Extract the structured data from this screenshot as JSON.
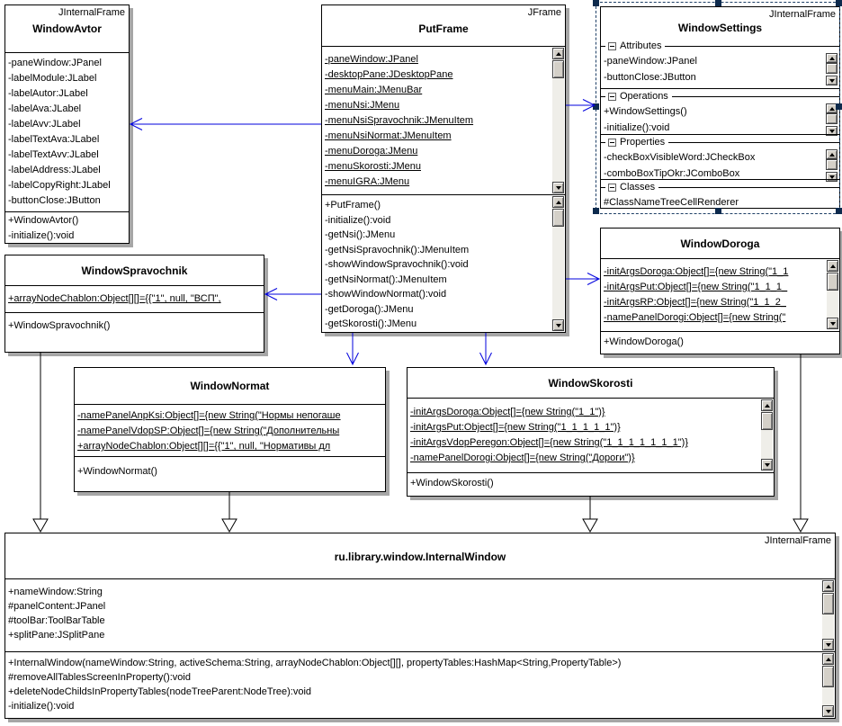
{
  "classes": {
    "windowAvtor": {
      "stereotype": "JInternalFrame",
      "name": "WindowAvtor",
      "attributes": [
        "-paneWindow:JPanel",
        "-labelModule:JLabel",
        "-labelAutor:JLabel",
        "-labelAva:JLabel",
        "-labelAvv:JLabel",
        "-labelTextAva:JLabel",
        "-labelTextAvv:JLabel",
        "-labelAddress:JLabel",
        "-labelCopyRight:JLabel",
        "-buttonClose:JButton"
      ],
      "operations": [
        "+WindowAvtor()",
        "-initialize():void"
      ]
    },
    "putFrame": {
      "stereotype": "JFrame",
      "name": "PutFrame",
      "attributes": [
        "-paneWindow:JPanel",
        "-desktopPane:JDesktopPane",
        "-menuMain:JMenuBar",
        "-menuNsi:JMenu",
        "-menuNsiSpravochnik:JMenuItem",
        "-menuNsiNormat:JMenuItem",
        "-menuDoroga:JMenu",
        "-menuSkorosti:JMenu",
        "-menuIGRA:JMenu"
      ],
      "operations": [
        "+PutFrame()",
        "-initialize():void",
        "-getNsi():JMenu",
        "-getNsiSpravochnik():JMenuItem",
        "-showWindowSpravochnik():void",
        "-getNsiNormat():JMenuItem",
        "-showWindowNormat():void",
        "-getDoroga():JMenu",
        "-getSkorosti():JMenu"
      ]
    },
    "windowSettings": {
      "stereotype": "JInternalFrame",
      "name": "WindowSettings",
      "sections": [
        {
          "label": "Attributes",
          "items": [
            "-paneWindow:JPanel",
            "-buttonClose:JButton"
          ]
        },
        {
          "label": "Operations",
          "items": [
            "+WindowSettings()",
            "-initialize():void"
          ]
        },
        {
          "label": "Properties",
          "items": [
            "-checkBoxVisibleWord:JCheckBox",
            "-comboBoxTipOkr:JComboBox"
          ]
        },
        {
          "label": "Classes",
          "items": [
            "#ClassNameTreeCellRenderer"
          ]
        }
      ]
    },
    "windowSpravochnik": {
      "name": "WindowSpravochnik",
      "attributes": [
        "+arrayNodeChablon:Object[][]={{\"1\", null, \"ВСП\","
      ],
      "operations": [
        "+WindowSpravochnik()"
      ]
    },
    "windowDoroga": {
      "name": "WindowDoroga",
      "attributes": [
        "-initArgsDoroga:Object[]={new String(\"1_1",
        "-initArgsPut:Object[]={new String(\"1_1_1_",
        "-initArgsRP:Object[]={new String(\"1_1_2_",
        "-namePanelDorogi:Object[]={new String(\""
      ],
      "operations": [
        "+WindowDoroga()"
      ]
    },
    "windowNormat": {
      "name": "WindowNormat",
      "attributes": [
        "-namePanelAnpKsi:Object[]={new String(\"Нормы непогаше",
        "-namePanelVdopSP:Object[]={new String(\"Дополнительны",
        "+arrayNodeChablon:Object[][]={{\"1\", null, \"Нормативы дл"
      ],
      "operations": [
        "+WindowNormat()"
      ]
    },
    "windowSkorosti": {
      "name": "WindowSkorosti",
      "attributes": [
        "-initArgsDoroga:Object[]={new String(\"1_1\")}",
        "-initArgsPut:Object[]={new String(\"1_1_1_1_1\")}",
        "-initArgsVdopPeregon:Object[]={new String(\"1_1_1_1_1_1_1\")}",
        "-namePanelDorogi:Object[]={new String(\"Дороги\")}"
      ],
      "operations": [
        "+WindowSkorosti()"
      ]
    },
    "internalWindow": {
      "stereotype": "JInternalFrame",
      "name": "ru.library.window.InternalWindow",
      "attributes": [
        "+nameWindow:String",
        "#panelContent:JPanel",
        "#toolBar:ToolBarTable",
        "+splitPane:JSplitPane"
      ],
      "operations": [
        "+InternalWindow(nameWindow:String, activeSchema:String, arrayNodeChablon:Object[][], propertyTables:HashMap<String,PropertyTable>)",
        "#removeAllTablesScreenInProperty():void",
        "+deleteNodeChildsInPropertyTables(nodeTreeParent:NodeTree):void",
        "-initialize():void"
      ]
    }
  },
  "icons": {
    "collapse": "minus-box",
    "scroll_up": "triangle-up",
    "scroll_down": "triangle-down"
  },
  "colors": {
    "connector_blue": "#0000dd",
    "selection": "#1e3f66",
    "shadow": "#a6a6a6"
  }
}
